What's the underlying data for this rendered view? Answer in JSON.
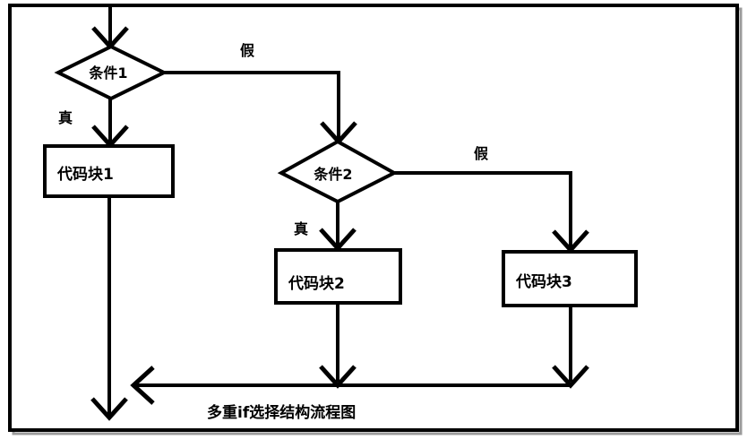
{
  "diagram": {
    "caption": "多重if选择结构流程图",
    "condition1": "条件1",
    "condition2": "条件2",
    "block1": "代码块1",
    "block2": "代码块2",
    "block3": "代码块3",
    "branch_true_1": "真",
    "branch_false_1": "假",
    "branch_true_2": "真",
    "branch_false_2": "假",
    "colors": {
      "line": "#000000",
      "background": "#ffffff",
      "shadow": "#9b9b9b"
    }
  }
}
